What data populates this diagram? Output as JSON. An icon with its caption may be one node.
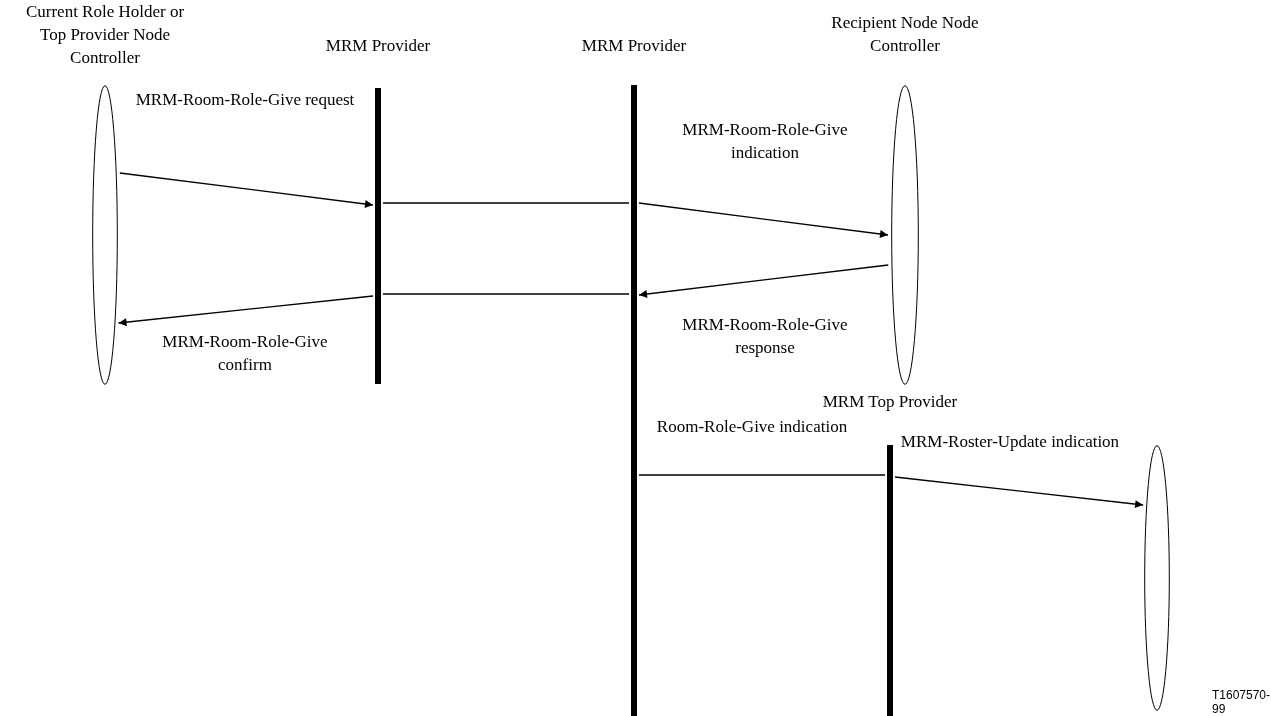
{
  "diagram": {
    "nodes": [
      {
        "text": [
          "Current Role Holder or Top Provider Node Controller"
        ]
      },
      {
        "text": [
          "MRM Provider"
        ]
      },
      {
        "text": [
          "MRM Provider"
        ]
      },
      {
        "text": [
          "Recipient Node Node Controller"
        ]
      },
      {
        "text": [
          "MRM Top Provider"
        ]
      },
      {
        "text": [],
        "shape": "ellipse"
      }
    ],
    "edges": [
      {
        "from": 0,
        "to": 1,
        "arrow": "to",
        "label": "MRM-Room-Role-Give request"
      },
      {
        "from": 1,
        "to": 2,
        "arrow": "none"
      },
      {
        "from": 2,
        "to": 3,
        "arrow": "to",
        "label": "MRM-Room-Role-Give indication"
      },
      {
        "from": 3,
        "to": 2,
        "arrow": "to",
        "label": "MRM-Room-Role-Give response"
      },
      {
        "from": 2,
        "to": 1,
        "arrow": "none"
      },
      {
        "from": 1,
        "to": 0,
        "arrow": "to",
        "label": "MRM-Room-Role-Give confirm"
      },
      {
        "from": 2,
        "to": 4,
        "arrow": "none",
        "label": "Room-Role-Give indication"
      },
      {
        "from": 4,
        "to": 5,
        "arrow": "to",
        "label": "MRM-Roster-Update indication"
      }
    ],
    "labels": [
      "T1607570-99"
    ]
  }
}
